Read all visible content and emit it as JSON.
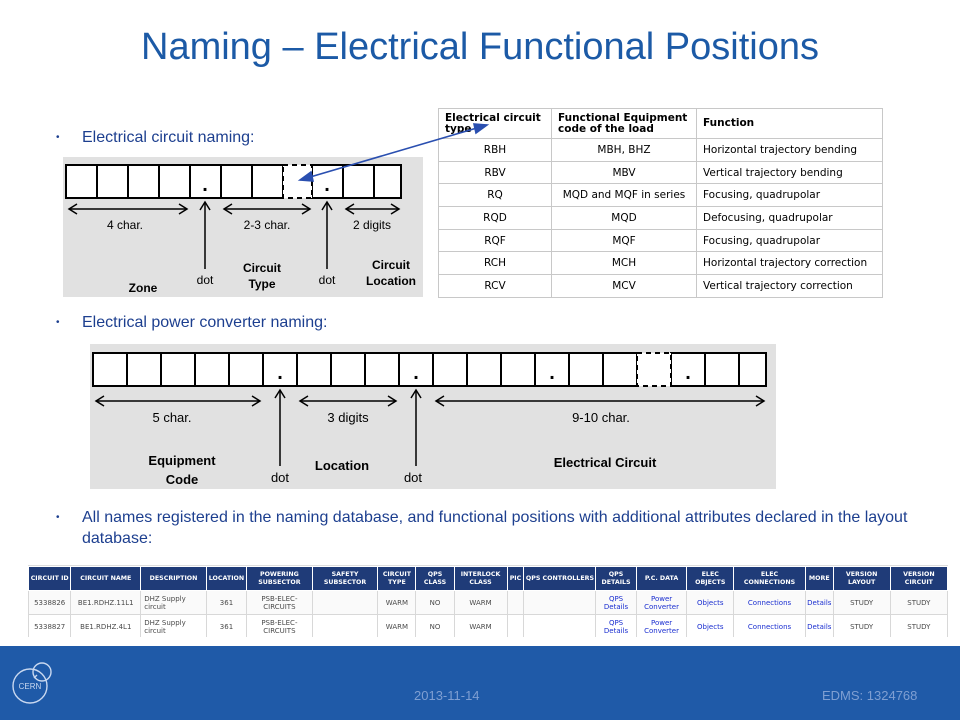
{
  "title": "Naming – Electrical Functional Positions",
  "bullets": {
    "circuit": "Electrical circuit naming:",
    "converter": "Electrical power converter naming:",
    "names": "All names registered in the naming database, and functional positions with additional attributes declared in the layout database:"
  },
  "circuit_diagram": {
    "label_4char": "4 char.",
    "label_23char": "2-3 char.",
    "label_2digits": "2 digits",
    "zone": "Zone",
    "dot1": "dot",
    "circuit_type_line1": "Circuit",
    "circuit_type_line2": "Type",
    "dot2": "dot",
    "location_line1": "Circuit",
    "location_line2": "Location",
    "sep": "."
  },
  "converter_diagram": {
    "label_5char": "5 char.",
    "label_3digits": "3 digits",
    "label_910char": "9-10 char.",
    "equip_line1": "Equipment",
    "equip_line2": "Code",
    "dot1": "dot",
    "location": "Location",
    "dot2": "dot",
    "electrical_circuit": "Electrical Circuit",
    "sep": "."
  },
  "function_table": {
    "headers": [
      "Electrical circuit type",
      "Functional Equipment code of the load",
      "Function"
    ],
    "rows": [
      [
        "RBH",
        "MBH, BHZ",
        "Horizontal trajectory bending"
      ],
      [
        "RBV",
        "MBV",
        "Vertical trajectory bending"
      ],
      [
        "RQ",
        "MQD and MQF in series",
        "Focusing, quadrupolar"
      ],
      [
        "RQD",
        "MQD",
        "Defocusing, quadrupolar"
      ],
      [
        "RQF",
        "MQF",
        "Focusing, quadrupolar"
      ],
      [
        "RCH",
        "MCH",
        "Horizontal trajectory correction"
      ],
      [
        "RCV",
        "MCV",
        "Vertical trajectory correction"
      ]
    ]
  },
  "db_table": {
    "headers": [
      "CIRCUIT ID",
      "CIRCUIT NAME",
      "DESCRIPTION",
      "LOCATION",
      "POWERING SUBSECTOR",
      "SAFETY SUBSECTOR",
      "CIRCUIT TYPE",
      "QPS CLASS",
      "INTERLOCK CLASS",
      "PIC",
      "QPS CONTROLLERS",
      "QPS DETAILS",
      "P.C. DATA",
      "ELEC OBJECTS",
      "ELEC CONNECTIONS",
      "MORE",
      "VERSION LAYOUT",
      "VERSION CIRCUIT"
    ],
    "rows": [
      [
        "5338826",
        "BE1.RDHZ.11L1",
        "DHZ Supply circuit",
        "361",
        "PSB-ELEC-CIRCUITS",
        "",
        "WARM",
        "NO",
        "WARM",
        "",
        "",
        "QPS Details",
        "Power Converter",
        "Objects",
        "Connections",
        "Details",
        "STUDY",
        "STUDY"
      ],
      [
        "5338827",
        "BE1.RDHZ.4L1",
        "DHZ Supply circuit",
        "361",
        "PSB-ELEC-CIRCUITS",
        "",
        "WARM",
        "NO",
        "WARM",
        "",
        "",
        "QPS Details",
        "Power Converter",
        "Objects",
        "Connections",
        "Details",
        "STUDY",
        "STUDY"
      ]
    ]
  },
  "footer": {
    "date": "2013-11-14",
    "edms": "EDMS: 1324768",
    "logo_text": "CERN"
  },
  "colors": {
    "title": "#1c5aa6",
    "footer": "#1f5aa8",
    "table_header": "#1f3b78",
    "arrow": "#2a4fb0"
  }
}
